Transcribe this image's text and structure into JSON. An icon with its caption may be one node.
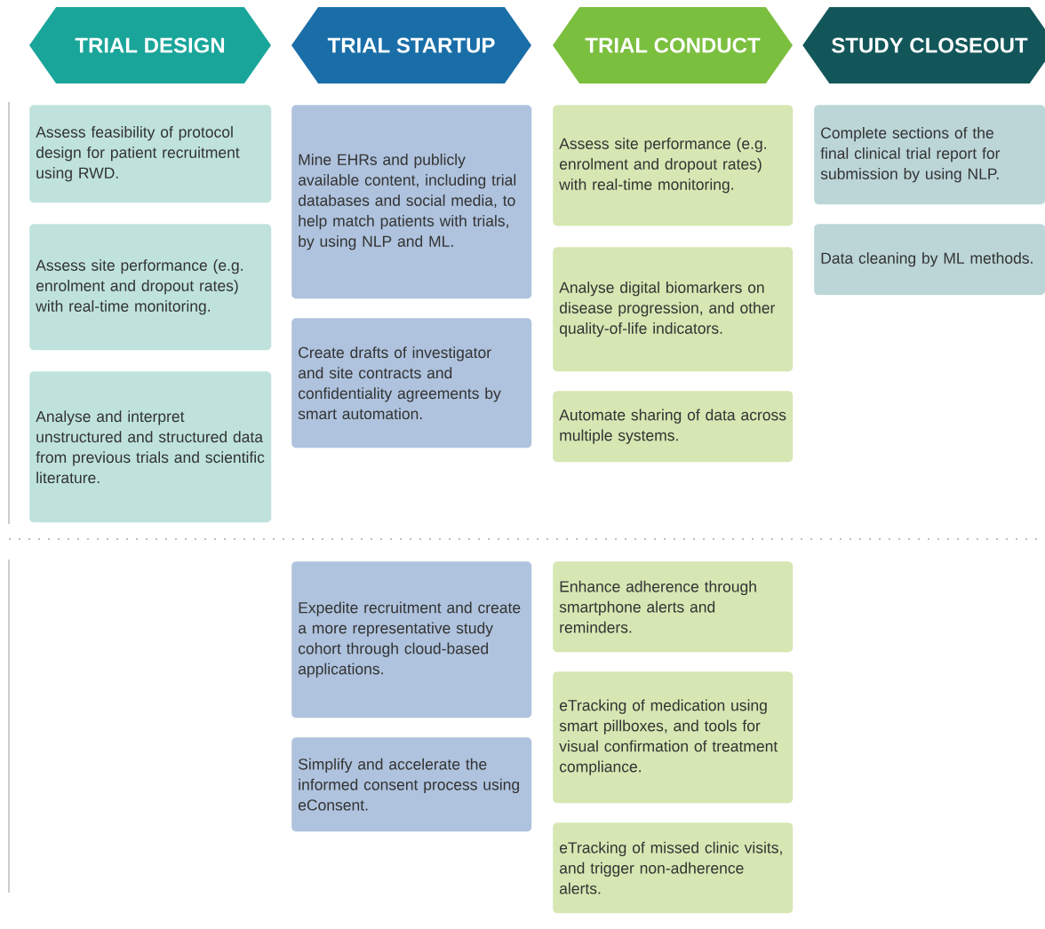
{
  "diagram": {
    "nodes": [
      {
        "text": [
          "TRIAL DESIGN"
        ]
      },
      {
        "text": [
          "TRIAL STARTUP"
        ]
      },
      {
        "text": [
          "TRIAL CONDUCT"
        ]
      },
      {
        "text": [
          "STUDY CLOSEOUT"
        ]
      },
      {
        "text": [
          "Assess feasibility of protocol design for patient recruitment using RWD."
        ]
      },
      {
        "text": [
          "Assess site performance (e.g. enrolment and dropout rates) with real-time monitoring."
        ]
      },
      {
        "text": [
          "Analyse and interpret unstructured and structured data from previous trials and scientific literature."
        ]
      },
      {
        "text": [
          "Mine EHRs and publicly available content, including trial databases and social media, to help match patients with trials, by using NLP and ML."
        ]
      },
      {
        "text": [
          "Create drafts of investigator and site contracts and confidentiality agreements by smart automation."
        ]
      },
      {
        "text": [
          "Expedite recruitment and create a more representative study cohort through cloud-based applications."
        ]
      },
      {
        "text": [
          "Simplify and accelerate the informed consent process using eConsent."
        ]
      },
      {
        "text": [
          "Assess site performance (e.g. enrolment and dropout rates) with real-time monitoring."
        ]
      },
      {
        "text": [
          "Analyse digital biomarkers on disease progression, and other quality-of-life indicators."
        ]
      },
      {
        "text": [
          "Automate sharing of data across multiple systems."
        ]
      },
      {
        "text": [
          "Enhance adherence through smartphone alerts and reminders."
        ]
      },
      {
        "text": [
          "eTracking of medication using smart pillboxes, and tools for visual confirmation of treatment compliance."
        ]
      },
      {
        "text": [
          "eTracking of missed clinic visits, and trigger non-adherence alerts."
        ]
      },
      {
        "text": [
          "Complete sections of the final clinical trial report for submission by using NLP."
        ]
      },
      {
        "text": [
          "Data cleaning by ML methods."
        ]
      }
    ]
  }
}
